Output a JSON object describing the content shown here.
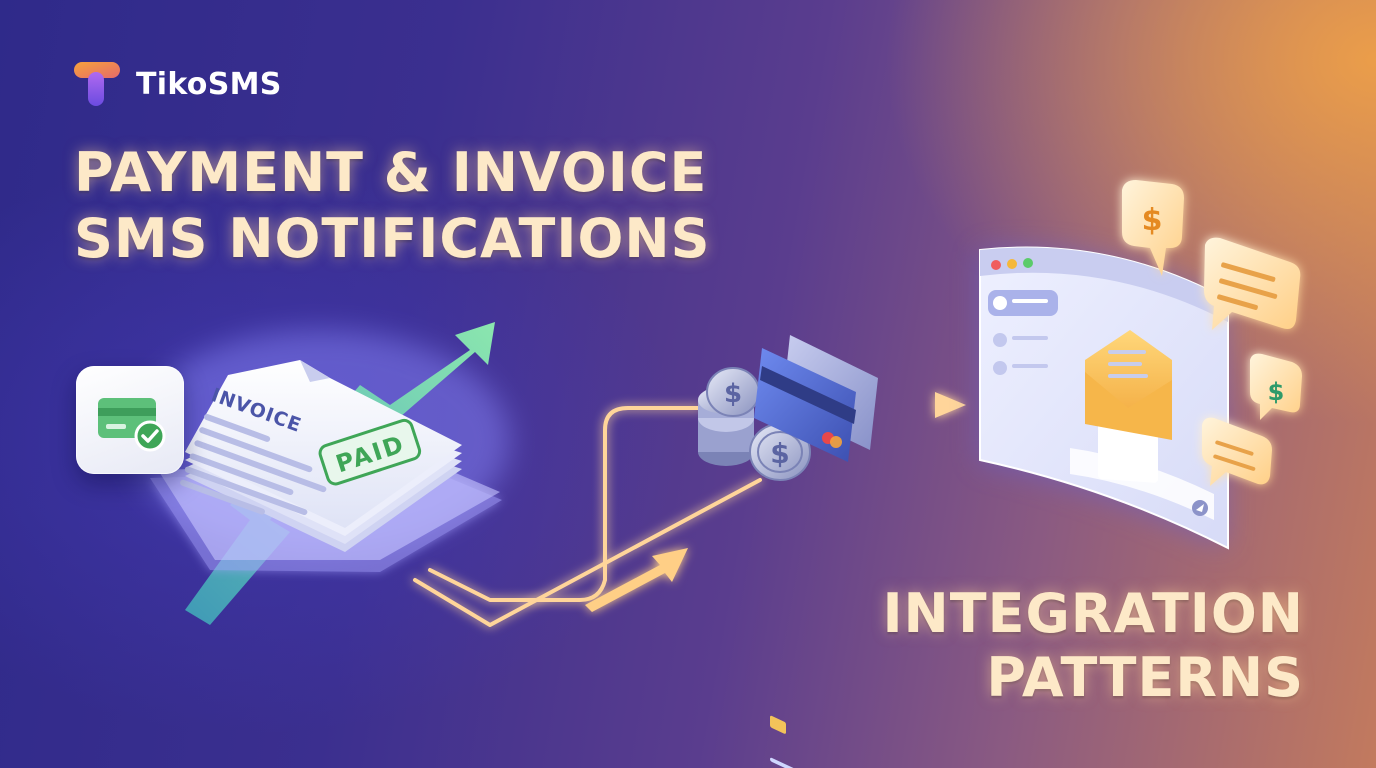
{
  "brand": {
    "name": "TikoSMS",
    "logo_colors": [
      "#f79a3a",
      "#8b5cf6"
    ]
  },
  "headline": {
    "line1": "PAYMENT & INVOICE",
    "line2": "SMS NOTIFICATIONS"
  },
  "sub_headline": {
    "line1": "INTEGRATION",
    "line2": "PATTERNS"
  },
  "invoice": {
    "title": "INVOICE",
    "stamp": "PAID"
  },
  "icons": {
    "currency_symbol": "$"
  },
  "colors": {
    "headline": "#fde9c8",
    "accent_orange": "#f5a547",
    "paid_green": "#3fa657",
    "arrow_green": "#7fe0a4"
  }
}
